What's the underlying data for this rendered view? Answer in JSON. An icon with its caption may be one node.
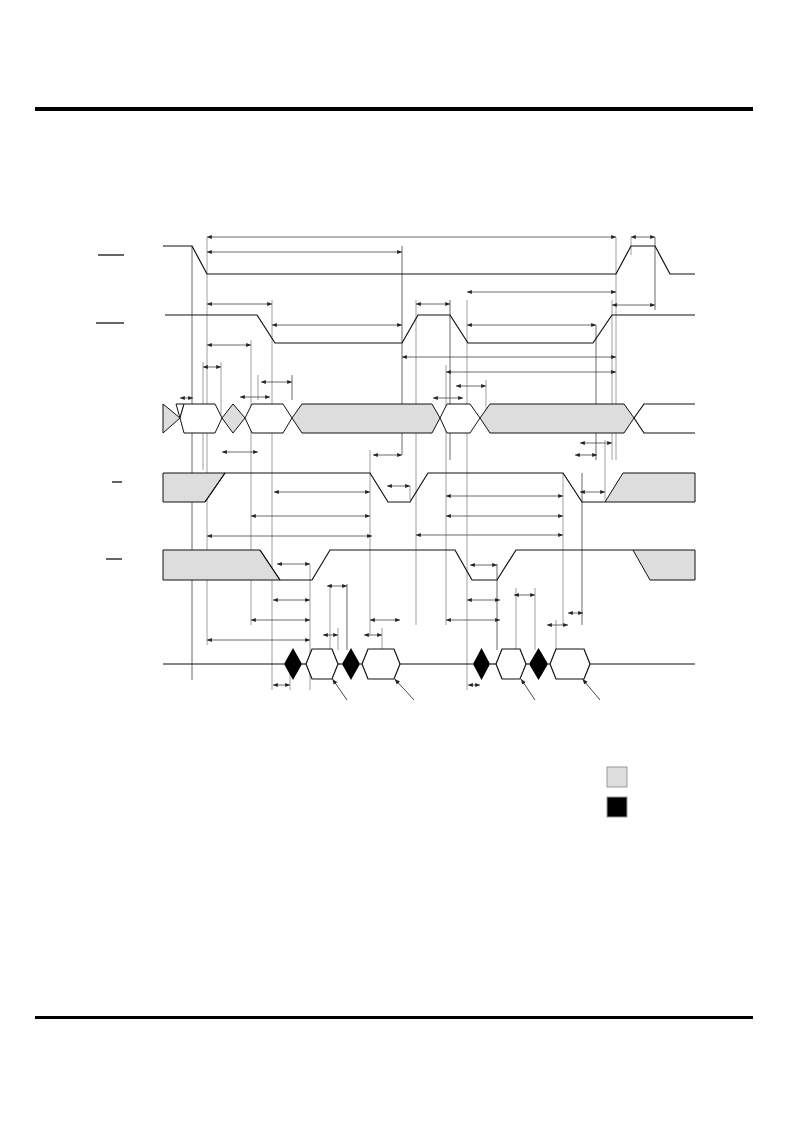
{
  "diagram": {
    "nodes": [
      {
        "text": [],
        "shape": "hexagon"
      },
      {
        "text": [],
        "shape": "hexagon"
      },
      {
        "text": [],
        "shape": "hexagon"
      },
      {
        "text": [],
        "shape": "hexagon"
      }
    ],
    "edges": [
      {
        "from": null,
        "to": 0,
        "arrow": "to"
      },
      {
        "from": null,
        "to": 1,
        "arrow": "to"
      },
      {
        "from": null,
        "to": 2,
        "arrow": "to"
      },
      {
        "from": null,
        "to": 3,
        "arrow": "to"
      }
    ]
  }
}
